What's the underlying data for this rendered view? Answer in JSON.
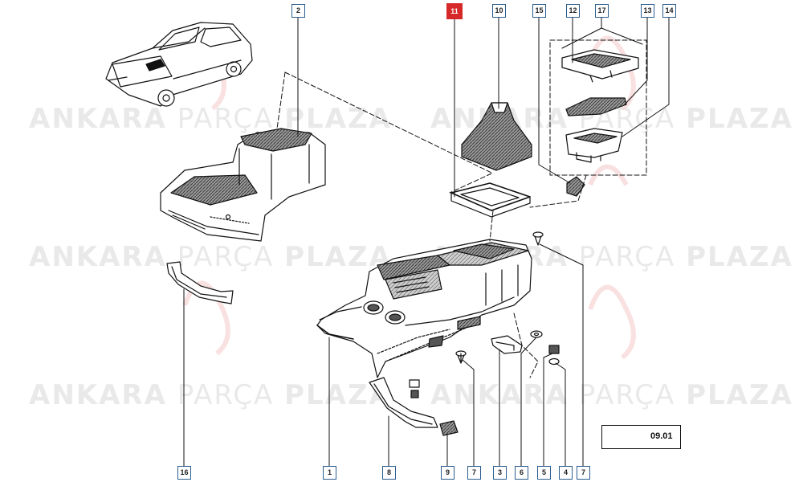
{
  "watermark": {
    "word1": "ANKARA",
    "word2": "PARÇA",
    "word3": "PLAZA"
  },
  "callouts": [
    {
      "id": "c2",
      "label": "2"
    },
    {
      "id": "c11",
      "label": "11",
      "highlighted": true
    },
    {
      "id": "c10",
      "label": "10"
    },
    {
      "id": "c15",
      "label": "15"
    },
    {
      "id": "c12",
      "label": "12"
    },
    {
      "id": "c17",
      "label": "17"
    },
    {
      "id": "c13",
      "label": "13"
    },
    {
      "id": "c14",
      "label": "14"
    },
    {
      "id": "c16",
      "label": "16"
    },
    {
      "id": "c1",
      "label": "1"
    },
    {
      "id": "c8",
      "label": "8"
    },
    {
      "id": "c9",
      "label": "9"
    },
    {
      "id": "c7a",
      "label": "7"
    },
    {
      "id": "c3",
      "label": "3"
    },
    {
      "id": "c6",
      "label": "6"
    },
    {
      "id": "c5",
      "label": "5"
    },
    {
      "id": "c4",
      "label": "4"
    },
    {
      "id": "c7b",
      "label": "7"
    }
  ],
  "reference": {
    "code": "09.01"
  },
  "colors": {
    "callout_border": "#2a5d8f",
    "highlight": "#d62828",
    "line": "#111111",
    "watermark": "#e9e9e9"
  }
}
